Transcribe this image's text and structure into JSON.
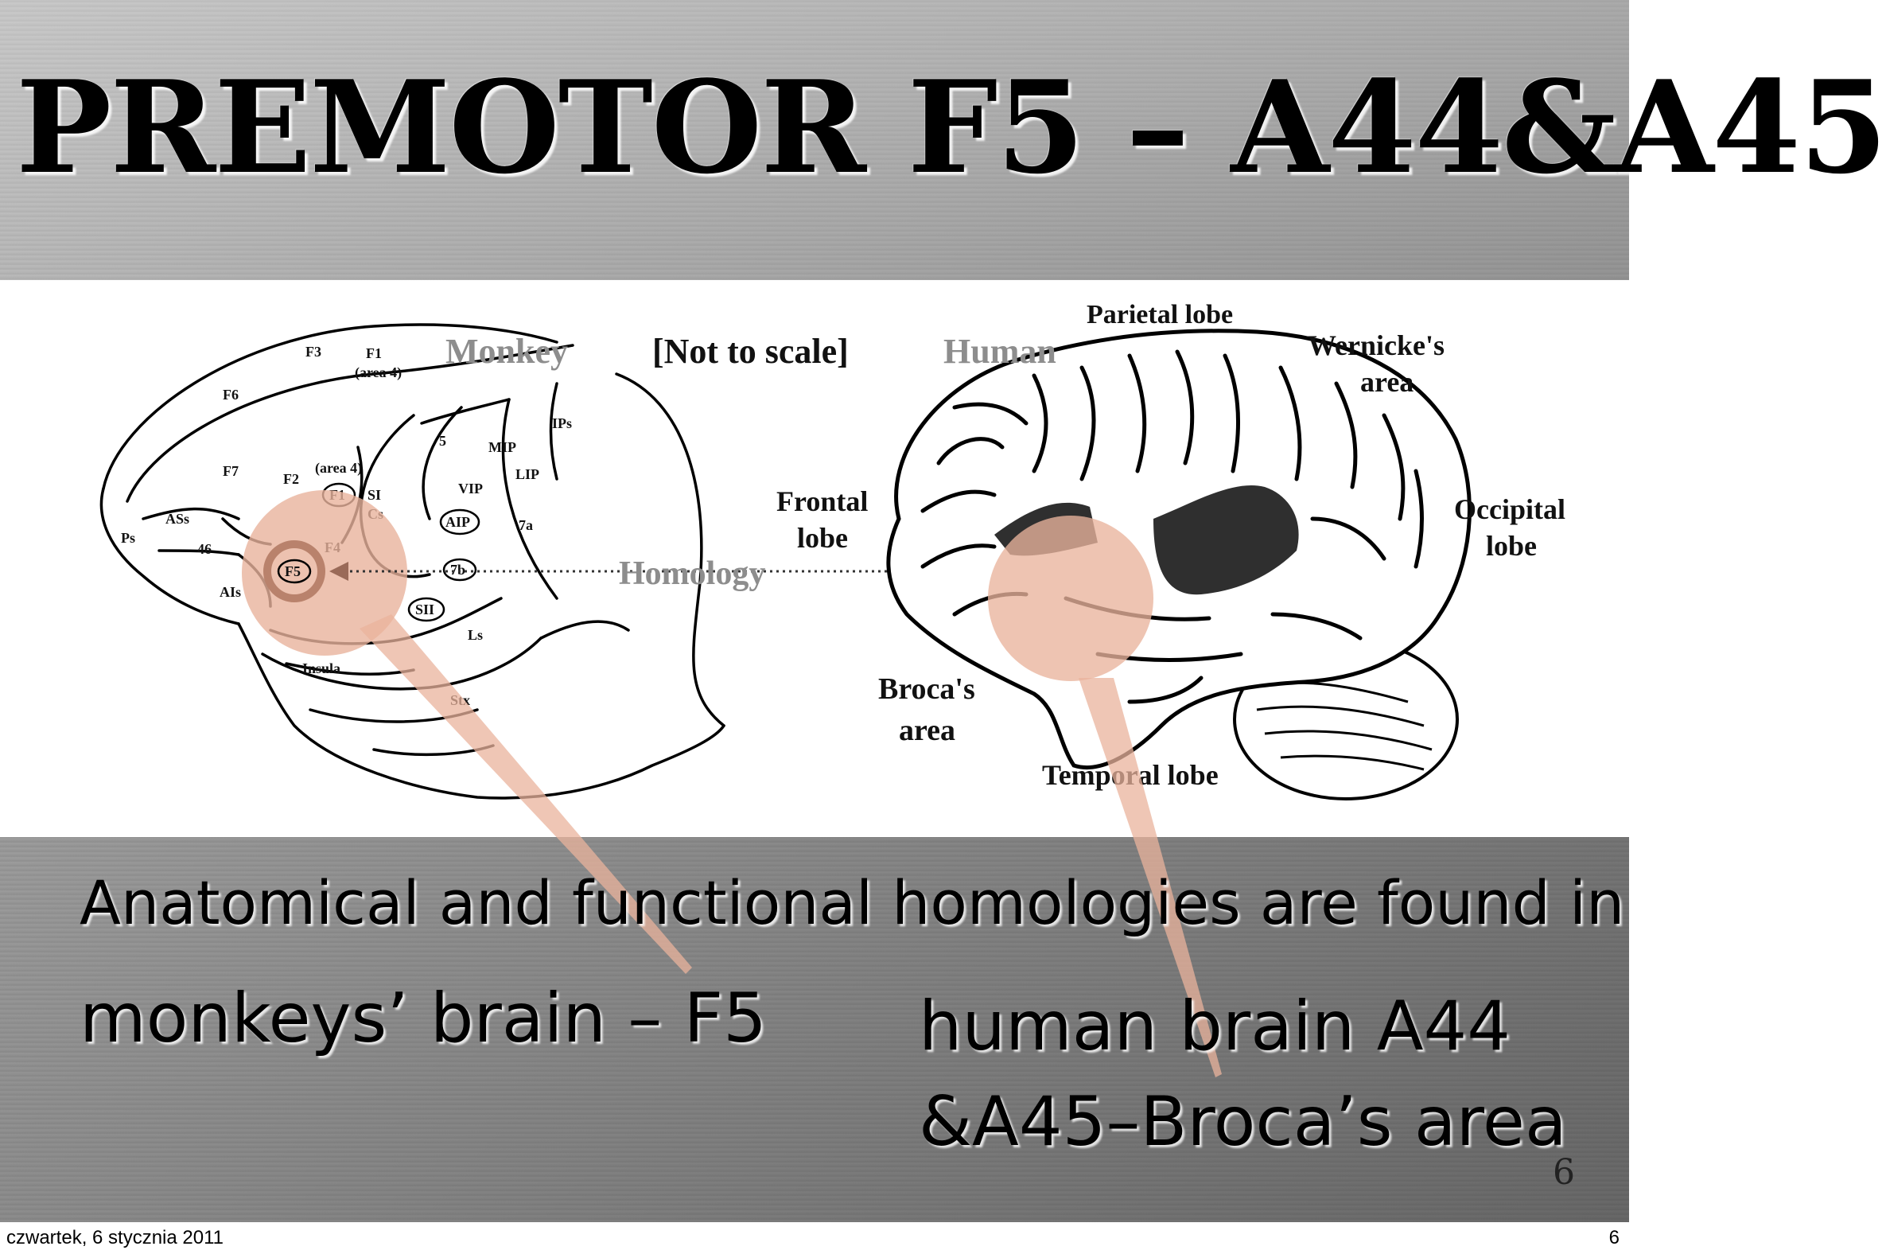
{
  "slide": {
    "title": "PREMOTOR F5 – A44&A45",
    "figure": {
      "monkey_heading": "Monkey",
      "scale_note": "[Not to scale]",
      "human_heading": "Human",
      "homology_label": "Homology",
      "monkey_labels": {
        "F3": "F3",
        "F1": "F1",
        "area4a": "(area 4)",
        "F6": "F6",
        "IPs": "IPs",
        "five": "5",
        "MIP": "MIP",
        "F7": "F7",
        "F2": "F2",
        "area4b": "(area 4)",
        "LIP": "LIP",
        "VIP": "VIP",
        "F1b": "F1",
        "SI": "SI",
        "Cs": "Cs",
        "ASs": "ASs",
        "AIP": "AIP",
        "sevenA": "7a",
        "Ps": "Ps",
        "area46": "46",
        "F4": "F4",
        "F5": "F5",
        "sevenB": "7b",
        "AIs": "AIs",
        "SII": "SII",
        "Ls": "Ls",
        "Insula": "Insula",
        "Stx": "Stx"
      },
      "human_labels": {
        "parietal": "Parietal lobe",
        "wernicke1": "Wernicke's",
        "wernicke2": "area",
        "frontal1": "Frontal",
        "frontal2": "lobe",
        "occipital1": "Occipital",
        "occipital2": "lobe",
        "broca1": "Broca's",
        "broca2": "area",
        "temporal": "Temporal lobe"
      }
    },
    "caption": "Anatomical and functional homologies are found in",
    "left_text": "monkeys’ brain – F5",
    "right_text_line1": "human brain A44",
    "right_text_line2": "&A45–Broca’s area",
    "slide_number": "6"
  },
  "footer": {
    "date": "czwartek, 6 stycznia 2011",
    "page": "6"
  },
  "colors": {
    "highlight": "#e9b39c",
    "highlight_ring": "#b9826c",
    "dark_region": "#2f2f2f"
  }
}
